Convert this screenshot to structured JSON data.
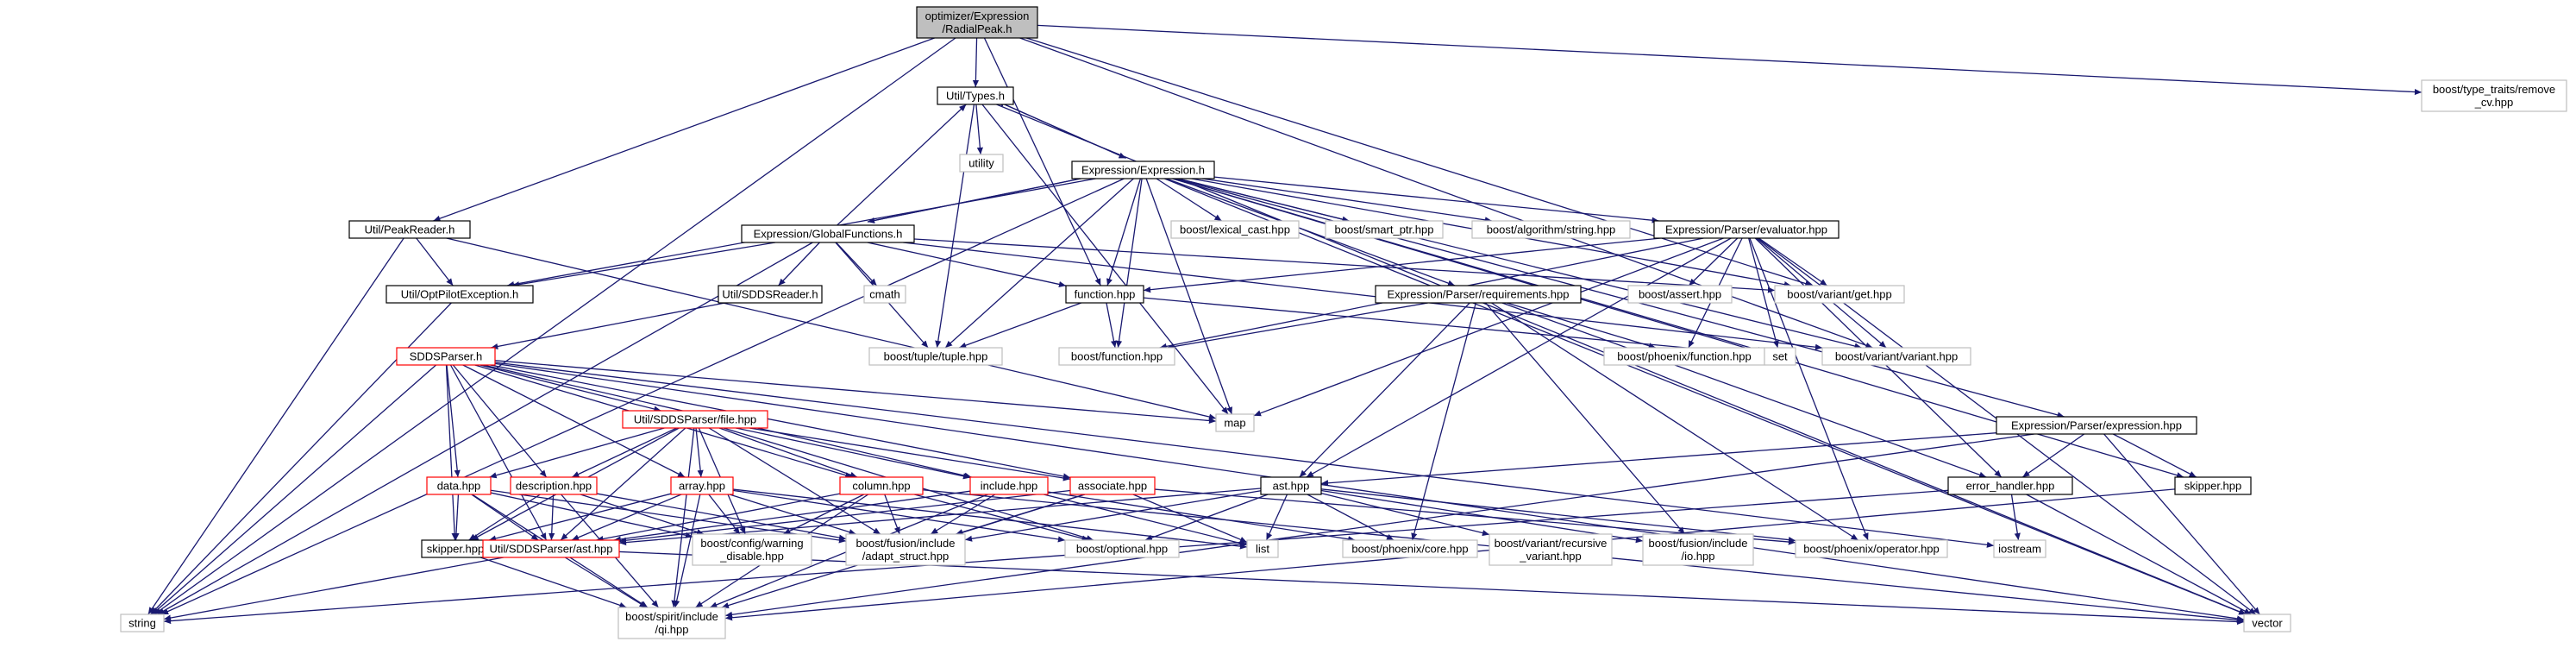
{
  "colors": {
    "edge": "#191970",
    "focus_fill": "#bfbfbf",
    "normal_border": "#000000",
    "red_border": "#ff0000",
    "external_border": "#bfbfbf",
    "background": "#ffffff"
  },
  "nodes": [
    {
      "id": "radialpeak",
      "lines": [
        "optimizer/Expression",
        "/RadialPeak.h"
      ],
      "kind": "focus"
    },
    {
      "id": "types",
      "lines": [
        "Util/Types.h"
      ],
      "kind": "normal"
    },
    {
      "id": "utility",
      "lines": [
        "utility"
      ],
      "kind": "external"
    },
    {
      "id": "expression_h",
      "lines": [
        "Expression/Expression.h"
      ],
      "kind": "normal"
    },
    {
      "id": "peakreader",
      "lines": [
        "Util/PeakReader.h"
      ],
      "kind": "normal"
    },
    {
      "id": "globalfunctions",
      "lines": [
        "Expression/GlobalFunctions.h"
      ],
      "kind": "normal"
    },
    {
      "id": "optpilotexception",
      "lines": [
        "Util/OptPilotException.h"
      ],
      "kind": "normal"
    },
    {
      "id": "sddsreader",
      "lines": [
        "Util/SDDSReader.h"
      ],
      "kind": "normal"
    },
    {
      "id": "cmath",
      "lines": [
        "cmath"
      ],
      "kind": "external"
    },
    {
      "id": "function_hpp",
      "lines": [
        "function.hpp"
      ],
      "kind": "normal"
    },
    {
      "id": "lexical_cast",
      "lines": [
        "boost/lexical_cast.hpp"
      ],
      "kind": "external"
    },
    {
      "id": "smart_ptr",
      "lines": [
        "boost/smart_ptr.hpp"
      ],
      "kind": "external"
    },
    {
      "id": "algorithm_string",
      "lines": [
        "boost/algorithm/string.hpp"
      ],
      "kind": "external"
    },
    {
      "id": "evaluator",
      "lines": [
        "Expression/Parser/evaluator.hpp"
      ],
      "kind": "normal"
    },
    {
      "id": "requirements",
      "lines": [
        "Expression/Parser/requirements.hpp"
      ],
      "kind": "normal"
    },
    {
      "id": "boost_assert",
      "lines": [
        "boost/assert.hpp"
      ],
      "kind": "external"
    },
    {
      "id": "variant_get",
      "lines": [
        "boost/variant/get.hpp"
      ],
      "kind": "external"
    },
    {
      "id": "tuple",
      "lines": [
        "boost/tuple/tuple.hpp"
      ],
      "kind": "external"
    },
    {
      "id": "boost_function",
      "lines": [
        "boost/function.hpp"
      ],
      "kind": "external"
    },
    {
      "id": "phoenix_function",
      "lines": [
        "boost/phoenix/function.hpp"
      ],
      "kind": "external"
    },
    {
      "id": "set",
      "lines": [
        "set"
      ],
      "kind": "external"
    },
    {
      "id": "variant_variant",
      "lines": [
        "boost/variant/variant.hpp"
      ],
      "kind": "external"
    },
    {
      "id": "type_traits",
      "lines": [
        "boost/type_traits/remove",
        "_cv.hpp"
      ],
      "kind": "external"
    },
    {
      "id": "sddsparser",
      "lines": [
        "SDDSParser.h"
      ],
      "kind": "red"
    },
    {
      "id": "map",
      "lines": [
        "map"
      ],
      "kind": "external"
    },
    {
      "id": "file_hpp",
      "lines": [
        "Util/SDDSParser/file.hpp"
      ],
      "kind": "red"
    },
    {
      "id": "parser_expression",
      "lines": [
        "Expression/Parser/expression.hpp"
      ],
      "kind": "normal"
    },
    {
      "id": "data_hpp",
      "lines": [
        "data.hpp"
      ],
      "kind": "red"
    },
    {
      "id": "description_hpp",
      "lines": [
        "description.hpp"
      ],
      "kind": "red"
    },
    {
      "id": "array_hpp",
      "lines": [
        "array.hpp"
      ],
      "kind": "red"
    },
    {
      "id": "column_hpp",
      "lines": [
        "column.hpp"
      ],
      "kind": "red"
    },
    {
      "id": "include_hpp",
      "lines": [
        "include.hpp"
      ],
      "kind": "red"
    },
    {
      "id": "associate_hpp",
      "lines": [
        "associate.hpp"
      ],
      "kind": "red"
    },
    {
      "id": "ast_hpp",
      "lines": [
        "ast.hpp"
      ],
      "kind": "normal"
    },
    {
      "id": "error_handler",
      "lines": [
        "error_handler.hpp"
      ],
      "kind": "normal"
    },
    {
      "id": "skipper_right",
      "lines": [
        "skipper.hpp"
      ],
      "kind": "normal"
    },
    {
      "id": "skipper_left",
      "lines": [
        "skipper.hpp"
      ],
      "kind": "normal"
    },
    {
      "id": "sdds_ast",
      "lines": [
        "Util/SDDSParser/ast.hpp"
      ],
      "kind": "red"
    },
    {
      "id": "warning_disable",
      "lines": [
        "boost/config/warning",
        "_disable.hpp"
      ],
      "kind": "external"
    },
    {
      "id": "adapt_struct",
      "lines": [
        "boost/fusion/include",
        "/adapt_struct.hpp"
      ],
      "kind": "external"
    },
    {
      "id": "optional",
      "lines": [
        "boost/optional.hpp"
      ],
      "kind": "external"
    },
    {
      "id": "list",
      "lines": [
        "list"
      ],
      "kind": "external"
    },
    {
      "id": "phoenix_core",
      "lines": [
        "boost/phoenix/core.hpp"
      ],
      "kind": "external"
    },
    {
      "id": "recursive_variant",
      "lines": [
        "boost/variant/recursive",
        "_variant.hpp"
      ],
      "kind": "external"
    },
    {
      "id": "fusion_io",
      "lines": [
        "boost/fusion/include",
        "/io.hpp"
      ],
      "kind": "external"
    },
    {
      "id": "phoenix_operator",
      "lines": [
        "boost/phoenix/operator.hpp"
      ],
      "kind": "external"
    },
    {
      "id": "iostream",
      "lines": [
        "iostream"
      ],
      "kind": "external"
    },
    {
      "id": "string",
      "lines": [
        "string"
      ],
      "kind": "external"
    },
    {
      "id": "spirit_qi",
      "lines": [
        "boost/spirit/include",
        "/qi.hpp"
      ],
      "kind": "external"
    },
    {
      "id": "vector",
      "lines": [
        "vector"
      ],
      "kind": "external"
    }
  ],
  "edges": [
    [
      "radialpeak",
      "types"
    ],
    [
      "radialpeak",
      "peakreader"
    ],
    [
      "radialpeak",
      "function_hpp"
    ],
    [
      "radialpeak",
      "string"
    ],
    [
      "radialpeak",
      "variant_get"
    ],
    [
      "radialpeak",
      "variant_variant"
    ],
    [
      "radialpeak",
      "type_traits"
    ],
    [
      "types",
      "utility"
    ],
    [
      "types",
      "expression_h"
    ],
    [
      "types",
      "map"
    ],
    [
      "types",
      "tuple"
    ],
    [
      "types",
      "vector"
    ],
    [
      "expression_h",
      "types"
    ],
    [
      "expression_h",
      "globalfunctions"
    ],
    [
      "expression_h",
      "lexical_cast"
    ],
    [
      "expression_h",
      "smart_ptr"
    ],
    [
      "expression_h",
      "algorithm_string"
    ],
    [
      "expression_h",
      "evaluator"
    ],
    [
      "expression_h",
      "requirements"
    ],
    [
      "expression_h",
      "function_hpp"
    ],
    [
      "expression_h",
      "optpilotexception"
    ],
    [
      "expression_h",
      "string"
    ],
    [
      "expression_h",
      "map"
    ],
    [
      "expression_h",
      "tuple"
    ],
    [
      "expression_h",
      "boost_function"
    ],
    [
      "expression_h",
      "variant_get"
    ],
    [
      "expression_h",
      "variant_variant"
    ],
    [
      "expression_h",
      "set"
    ],
    [
      "expression_h",
      "vector"
    ],
    [
      "expression_h",
      "parser_expression"
    ],
    [
      "expression_h",
      "skipper_right"
    ],
    [
      "globalfunctions",
      "expression_h"
    ],
    [
      "globalfunctions",
      "types"
    ],
    [
      "globalfunctions",
      "optpilotexception"
    ],
    [
      "globalfunctions",
      "sddsreader"
    ],
    [
      "globalfunctions",
      "cmath"
    ],
    [
      "globalfunctions",
      "function_hpp"
    ],
    [
      "globalfunctions",
      "tuple"
    ],
    [
      "globalfunctions",
      "string"
    ],
    [
      "globalfunctions",
      "variant_variant"
    ],
    [
      "globalfunctions",
      "variant_get"
    ],
    [
      "peakreader",
      "optpilotexception"
    ],
    [
      "peakreader",
      "string"
    ],
    [
      "peakreader",
      "map"
    ],
    [
      "optpilotexception",
      "string"
    ],
    [
      "sddsreader",
      "sddsparser"
    ],
    [
      "function_hpp",
      "boost_function"
    ],
    [
      "function_hpp",
      "tuple"
    ],
    [
      "function_hpp",
      "set"
    ],
    [
      "evaluator",
      "boost_assert"
    ],
    [
      "evaluator",
      "variant_get"
    ],
    [
      "evaluator",
      "phoenix_function"
    ],
    [
      "evaluator",
      "function_hpp"
    ],
    [
      "evaluator",
      "boost_function"
    ],
    [
      "evaluator",
      "map"
    ],
    [
      "evaluator",
      "ast_hpp"
    ],
    [
      "evaluator",
      "error_handler"
    ],
    [
      "evaluator",
      "phoenix_operator"
    ],
    [
      "evaluator",
      "variant_variant"
    ],
    [
      "evaluator",
      "vector"
    ],
    [
      "evaluator",
      "set"
    ],
    [
      "requirements",
      "boost_function"
    ],
    [
      "requirements",
      "phoenix_function"
    ],
    [
      "requirements",
      "ast_hpp"
    ],
    [
      "requirements",
      "error_handler"
    ],
    [
      "requirements",
      "phoenix_core"
    ],
    [
      "requirements",
      "fusion_io"
    ],
    [
      "requirements",
      "phoenix_operator"
    ],
    [
      "sddsparser",
      "file_hpp"
    ],
    [
      "sddsparser",
      "data_hpp"
    ],
    [
      "sddsparser",
      "description_hpp"
    ],
    [
      "sddsparser",
      "array_hpp"
    ],
    [
      "sddsparser",
      "column_hpp"
    ],
    [
      "sddsparser",
      "include_hpp"
    ],
    [
      "sddsparser",
      "associate_hpp"
    ],
    [
      "sddsparser",
      "map"
    ],
    [
      "sddsparser",
      "string"
    ],
    [
      "sddsparser",
      "skipper_left"
    ],
    [
      "sddsparser",
      "sdds_ast"
    ],
    [
      "sddsparser",
      "iostream"
    ],
    [
      "sddsparser",
      "vector"
    ],
    [
      "file_hpp",
      "data_hpp"
    ],
    [
      "file_hpp",
      "description_hpp"
    ],
    [
      "file_hpp",
      "array_hpp"
    ],
    [
      "file_hpp",
      "column_hpp"
    ],
    [
      "file_hpp",
      "include_hpp"
    ],
    [
      "file_hpp",
      "associate_hpp"
    ],
    [
      "file_hpp",
      "sdds_ast"
    ],
    [
      "file_hpp",
      "skipper_left"
    ],
    [
      "file_hpp",
      "warning_disable"
    ],
    [
      "file_hpp",
      "adapt_struct"
    ],
    [
      "file_hpp",
      "optional"
    ],
    [
      "file_hpp",
      "spirit_qi"
    ],
    [
      "data_hpp",
      "skipper_left"
    ],
    [
      "data_hpp",
      "sdds_ast"
    ],
    [
      "data_hpp",
      "warning_disable"
    ],
    [
      "data_hpp",
      "adapt_struct"
    ],
    [
      "data_hpp",
      "spirit_qi"
    ],
    [
      "description_hpp",
      "skipper_left"
    ],
    [
      "description_hpp",
      "sdds_ast"
    ],
    [
      "description_hpp",
      "warning_disable"
    ],
    [
      "description_hpp",
      "adapt_struct"
    ],
    [
      "description_hpp",
      "spirit_qi"
    ],
    [
      "array_hpp",
      "skipper_left"
    ],
    [
      "array_hpp",
      "sdds_ast"
    ],
    [
      "array_hpp",
      "warning_disable"
    ],
    [
      "array_hpp",
      "adapt_struct"
    ],
    [
      "array_hpp",
      "optional"
    ],
    [
      "array_hpp",
      "spirit_qi"
    ],
    [
      "array_hpp",
      "list"
    ],
    [
      "column_hpp",
      "sdds_ast"
    ],
    [
      "column_hpp",
      "warning_disable"
    ],
    [
      "column_hpp",
      "adapt_struct"
    ],
    [
      "column_hpp",
      "optional"
    ],
    [
      "column_hpp",
      "spirit_qi"
    ],
    [
      "column_hpp",
      "vector"
    ],
    [
      "include_hpp",
      "sdds_ast"
    ],
    [
      "include_hpp",
      "adapt_struct"
    ],
    [
      "include_hpp",
      "list"
    ],
    [
      "include_hpp",
      "phoenix_core"
    ],
    [
      "include_hpp",
      "spirit_qi"
    ],
    [
      "associate_hpp",
      "sdds_ast"
    ],
    [
      "associate_hpp",
      "adapt_struct"
    ],
    [
      "associate_hpp",
      "list"
    ],
    [
      "associate_hpp",
      "phoenix_operator"
    ],
    [
      "associate_hpp",
      "spirit_qi"
    ],
    [
      "parser_expression",
      "ast_hpp"
    ],
    [
      "parser_expression",
      "error_handler"
    ],
    [
      "parser_expression",
      "skipper_right"
    ],
    [
      "parser_expression",
      "spirit_qi"
    ],
    [
      "parser_expression",
      "vector"
    ],
    [
      "ast_hpp",
      "sdds_ast"
    ],
    [
      "ast_hpp",
      "list"
    ],
    [
      "ast_hpp",
      "adapt_struct"
    ],
    [
      "ast_hpp",
      "optional"
    ],
    [
      "ast_hpp",
      "recursive_variant"
    ],
    [
      "ast_hpp",
      "fusion_io"
    ],
    [
      "ast_hpp",
      "phoenix_core"
    ],
    [
      "ast_hpp",
      "phoenix_operator"
    ],
    [
      "error_handler",
      "iostream"
    ],
    [
      "error_handler",
      "string"
    ],
    [
      "error_handler",
      "vector"
    ],
    [
      "skipper_right",
      "spirit_qi"
    ],
    [
      "skipper_left",
      "spirit_qi"
    ],
    [
      "sdds_ast",
      "string"
    ],
    [
      "sdds_ast",
      "spirit_qi"
    ],
    [
      "sdds_ast",
      "vector"
    ]
  ]
}
